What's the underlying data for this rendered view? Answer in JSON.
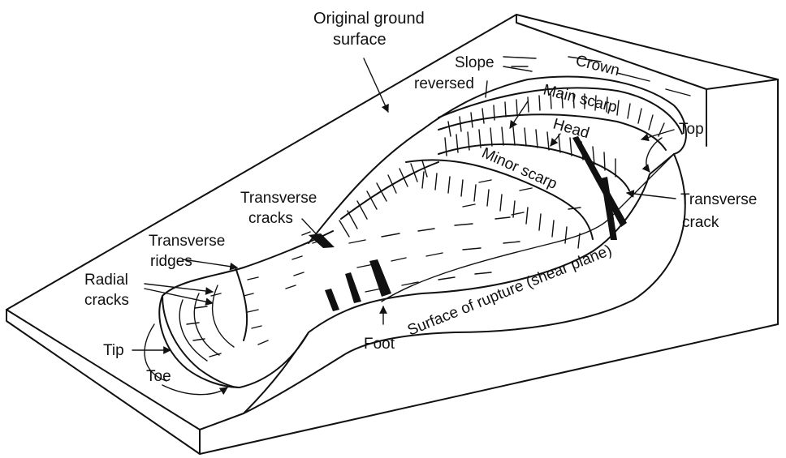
{
  "labels": {
    "original_ground_surface_1": "Original ground",
    "original_ground_surface_2": "surface",
    "slope_reversed_1": "Slope",
    "slope_reversed_2": "reversed",
    "crown": "Crown",
    "main_scarp": "Main scarp",
    "head": "Head",
    "top": "Top",
    "minor_scarp": "Minor scarp",
    "transverse_crack_1": "Transverse",
    "transverse_crack_2": "crack",
    "transverse_cracks_1": "Transverse",
    "transverse_cracks_2": "cracks",
    "transverse_ridges_1": "Transverse",
    "transverse_ridges_2": "ridges",
    "radial_cracks_1": "Radial",
    "radial_cracks_2": "cracks",
    "tip": "Tip",
    "toe": "Toe",
    "foot": "Foot",
    "surface_of_rupture": "Surface of rupture (shear plane)"
  }
}
